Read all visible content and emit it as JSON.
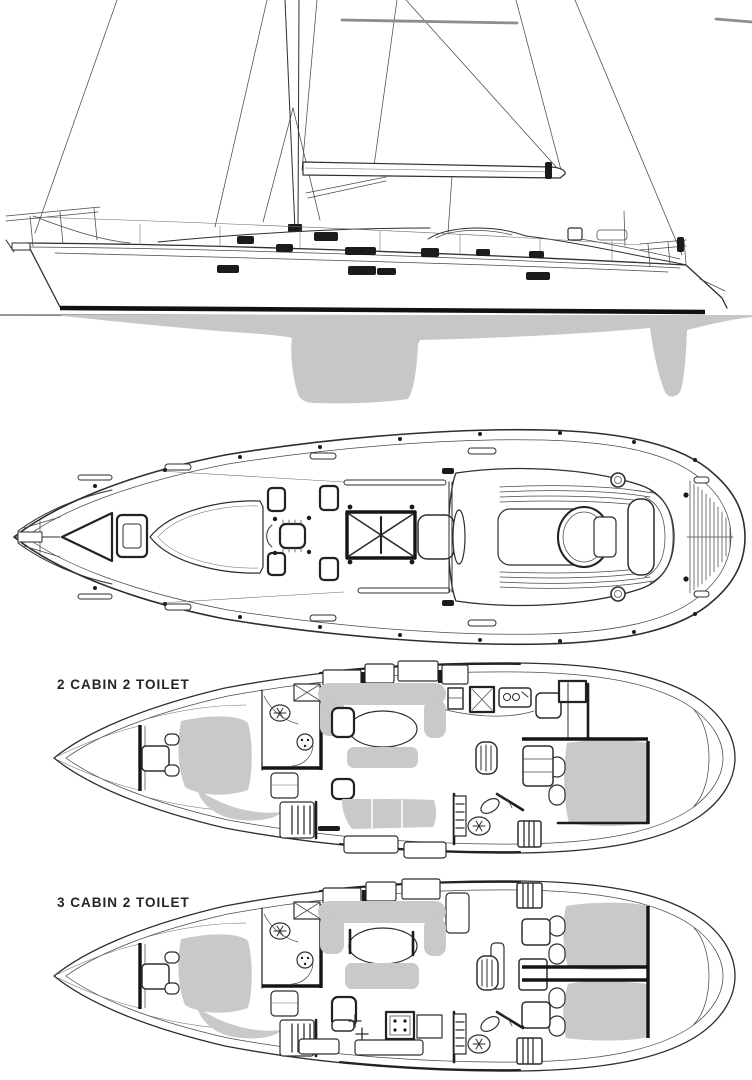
{
  "page": {
    "background": "#ffffff",
    "description": "Sailboat general-arrangement drawing: sail profile, deck plan and two accommodation layouts"
  },
  "colors": {
    "ink": "#2e2e2e",
    "light_line": "#555555",
    "hull_shadow": "#c7c7c7",
    "cushion_gray": "#c9c9c9"
  },
  "views": {
    "profile": {
      "name": "side-profile-with-rig"
    },
    "deck": {
      "name": "deck-plan"
    },
    "layout_a": {
      "label": "2 CABIN 2 TOILET"
    },
    "layout_b": {
      "label": "3 CABIN 2 TOILET"
    }
  }
}
